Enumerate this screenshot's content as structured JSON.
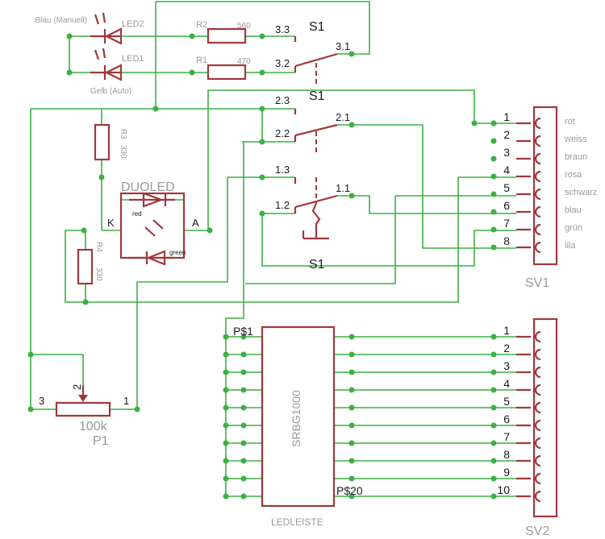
{
  "colors": {
    "wire": "#3cb043",
    "symbol": "#a0383b",
    "label": "#9a9a9a",
    "name": "#1a1a1a"
  },
  "leds": {
    "led2": {
      "name": "LED2",
      "desc": "Blau (Manuell)"
    },
    "led1": {
      "name": "LED1",
      "desc": "Gelb (Auto)"
    }
  },
  "resistors": {
    "r1": {
      "name": "R1",
      "value": "470"
    },
    "r2": {
      "name": "R2",
      "value": "560"
    },
    "r3": {
      "name": "R3",
      "value": "330"
    },
    "r4": {
      "name": "R4",
      "value": "330"
    }
  },
  "switch": {
    "name": "S1",
    "pins": [
      "3.3",
      "3.2",
      "3.1",
      "2.3",
      "2.2",
      "2.1",
      "1.3",
      "1.2",
      "1.1"
    ]
  },
  "duoled": {
    "title": "DUOLED",
    "red": "red",
    "green": "green",
    "k": "K",
    "a": "A"
  },
  "pot": {
    "name": "P1",
    "value": "100k",
    "pins": [
      "3",
      "2",
      "1"
    ]
  },
  "sv1": {
    "name": "SV1",
    "pins": [
      "1",
      "2",
      "3",
      "4",
      "5",
      "6",
      "7",
      "8"
    ],
    "colors": [
      "rot",
      "weiss",
      "braun",
      "rosa",
      "schwarz",
      "blau",
      "grün",
      "lila"
    ]
  },
  "ledleiste": {
    "name": "LEDLEISTE",
    "part": "SRBG1000",
    "pin_first": "P$1",
    "pin_last": "P$20"
  },
  "sv2": {
    "name": "SV2",
    "pins": [
      "1",
      "2",
      "3",
      "4",
      "5",
      "6",
      "7",
      "8",
      "9",
      "10"
    ]
  }
}
